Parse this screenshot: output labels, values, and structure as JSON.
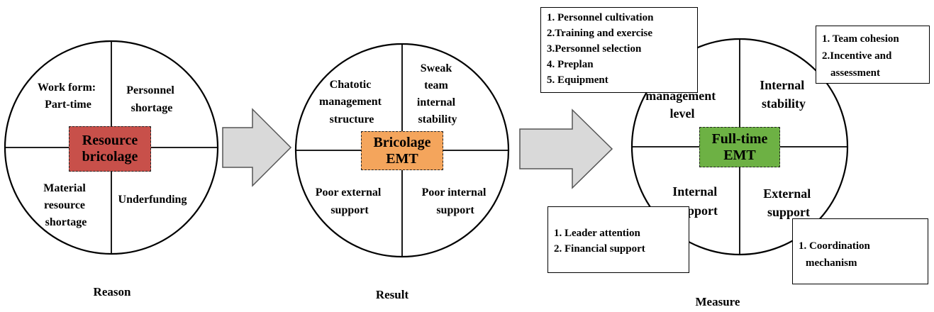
{
  "circles": [
    {
      "caption": "Reason",
      "center": {
        "lines": [
          "Resource",
          "bricolage"
        ],
        "color": "#c8504a"
      },
      "quadrants": {
        "top_left": [
          "Work form:",
          "Part-time"
        ],
        "top_right": [
          "Personnel",
          "shortage"
        ],
        "bottom_left": [
          "Material",
          "resource",
          "shortage"
        ],
        "bottom_right": [
          "Underfunding"
        ]
      }
    },
    {
      "caption": "Result",
      "center": {
        "lines": [
          "Bricolage",
          "EMT"
        ],
        "color": "#f4a55c"
      },
      "quadrants": {
        "top_left": [
          "Chatotic",
          "management",
          "structure"
        ],
        "top_right": [
          "Sweak",
          "team",
          "internal",
          "stability"
        ],
        "bottom_left": [
          "Poor external",
          "support"
        ],
        "bottom_right": [
          "Poor internal",
          "support"
        ]
      }
    },
    {
      "caption": "Measure",
      "center": {
        "lines": [
          "Full-time",
          "EMT"
        ],
        "color": "#6db144"
      },
      "quadrants": {
        "top_left": [
          "management",
          "level"
        ],
        "top_right": [
          "Internal",
          "stability"
        ],
        "bottom_left": [
          "Internal",
          "support"
        ],
        "bottom_right": [
          "External",
          "support"
        ]
      }
    }
  ],
  "arrow_color": "#d9d9d9",
  "notes": {
    "management": [
      "1. Personnel cultivation",
      "2.Training and exercise",
      "3.Personnel selection",
      "4. Preplan",
      "5. Equipment"
    ],
    "stability": [
      "1. Team cohesion",
      "2.Incentive and",
      "assessment"
    ],
    "internal_support": [
      "1. Leader attention",
      "2. Financial support"
    ],
    "external_support": [
      "1. Coordination",
      "mechanism"
    ]
  }
}
